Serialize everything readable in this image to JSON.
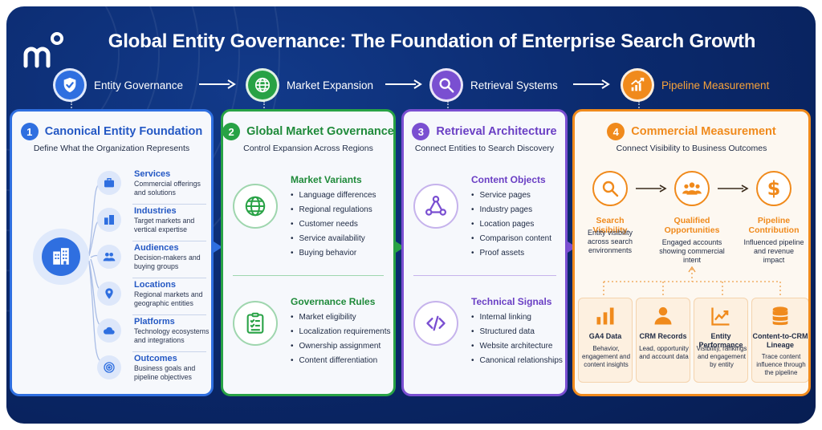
{
  "title": "Global Entity Governance: The Foundation of Enterprise Search Growth",
  "flow": [
    {
      "label": "Entity Governance",
      "icon": "shield-check-icon",
      "color": "#2f6fe0"
    },
    {
      "label": "Market Expansion",
      "icon": "globe-icon",
      "color": "#28a245"
    },
    {
      "label": "Retrieval Systems",
      "icon": "magnifier-icon",
      "color": "#7a4fd1"
    },
    {
      "label": "Pipeline Measurement",
      "icon": "growth-chart-icon",
      "color": "#f08a1c"
    }
  ],
  "panels": [
    {
      "number": "1",
      "title": "Canonical Entity Foundation",
      "subtitle": "Define What the Organization Represents",
      "color": "#2f6fe0",
      "categories": [
        {
          "title": "Services",
          "desc": "Commercial offerings and solutions",
          "icon": "briefcase-icon"
        },
        {
          "title": "Industries",
          "desc": "Target markets and vertical expertise",
          "icon": "buildings-icon"
        },
        {
          "title": "Audiences",
          "desc": "Decision-makers and buying groups",
          "icon": "people-icon"
        },
        {
          "title": "Locations",
          "desc": "Regional markets and geographic entities",
          "icon": "map-pin-icon"
        },
        {
          "title": "Platforms",
          "desc": "Technology ecosystems and integrations",
          "icon": "cloud-icon"
        },
        {
          "title": "Outcomes",
          "desc": "Business goals and pipeline objectives",
          "icon": "target-icon"
        }
      ]
    },
    {
      "number": "2",
      "title": "Global Market Governance",
      "subtitle": "Control Expansion Across Regions",
      "color": "#28a245",
      "sections": [
        {
          "title": "Market Variants",
          "icon": "globe-icon",
          "items": [
            "Language differences",
            "Regional regulations",
            "Customer needs",
            "Service availability",
            "Buying behavior"
          ]
        },
        {
          "title": "Governance Rules",
          "icon": "checklist-icon",
          "items": [
            "Market eligibility",
            "Localization requirements",
            "Ownership assignment",
            "Content differentiation"
          ]
        }
      ]
    },
    {
      "number": "3",
      "title": "Retrieval Architecture",
      "subtitle": "Connect Entities to Search Discovery",
      "color": "#7a4fd1",
      "sections": [
        {
          "title": "Content Objects",
          "icon": "network-nodes-icon",
          "items": [
            "Service pages",
            "Industry pages",
            "Location pages",
            "Comparison content",
            "Proof assets"
          ]
        },
        {
          "title": "Technical Signals",
          "icon": "code-icon",
          "items": [
            "Internal linking",
            "Structured data",
            "Website architecture",
            "Canonical relationships"
          ]
        }
      ]
    },
    {
      "number": "4",
      "title": "Commercial Measurement",
      "subtitle": "Connect Visibility to Business Outcomes",
      "color": "#f08a1c",
      "metrics": [
        {
          "title": "Search Visibility",
          "desc": "Entity visibility across search environments",
          "icon": "magnifier-icon"
        },
        {
          "title": "Qualified Opportunities",
          "desc": "Engaged accounts showing commercial intent",
          "icon": "group-icon"
        },
        {
          "title": "Pipeline Contribution",
          "desc": "Influenced pipeline and revenue impact",
          "icon": "dollar-icon"
        }
      ],
      "sources": [
        {
          "title": "GA4 Data",
          "desc": "Behavior, engagement and content insights",
          "icon": "bar-chart-icon"
        },
        {
          "title": "CRM Records",
          "desc": "Lead, opportunity and account data",
          "icon": "person-icon"
        },
        {
          "title": "Entity Performance",
          "desc": "Visibility, rankings and engagement by entity",
          "icon": "line-chart-icon"
        },
        {
          "title": "Content-to-CRM Lineage",
          "desc": "Trace content influence through the pipeline",
          "icon": "database-icon"
        }
      ]
    }
  ]
}
